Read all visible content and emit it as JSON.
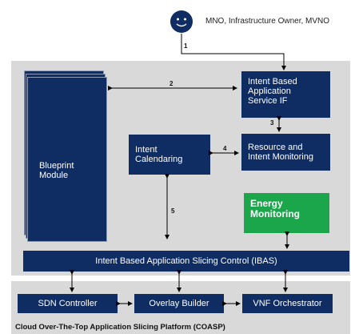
{
  "actor": {
    "label": "MNO, Infrastructure Owner, MVNO",
    "color": "#0f2d63"
  },
  "modules": {
    "blueprint": "Blueprint\nModule",
    "intent_service_if": "Intent Based\nApplication\nService IF",
    "intent_calendaring": "Intent\nCalendaring",
    "resource_monitoring": "Resource and\nIntent Monitoring",
    "energy_monitoring": "Energy\nMonitoring",
    "ibas": "Intent Based Application Slicing Control (IBAS)",
    "sdn_controller": "SDN Controller",
    "overlay_builder": "Overlay Builder",
    "vnf_orchestrator": "VNF Orchestrator"
  },
  "flows": [
    "1",
    "2",
    "3",
    "4",
    "5"
  ],
  "platform_caption": "Cloud Over-The-Top  Application Slicing Platform (COASP)",
  "colors": {
    "module_fill": "#0f2d63",
    "energy_fill": "#1ca64c",
    "panel_fill": "#d9d9d9"
  }
}
